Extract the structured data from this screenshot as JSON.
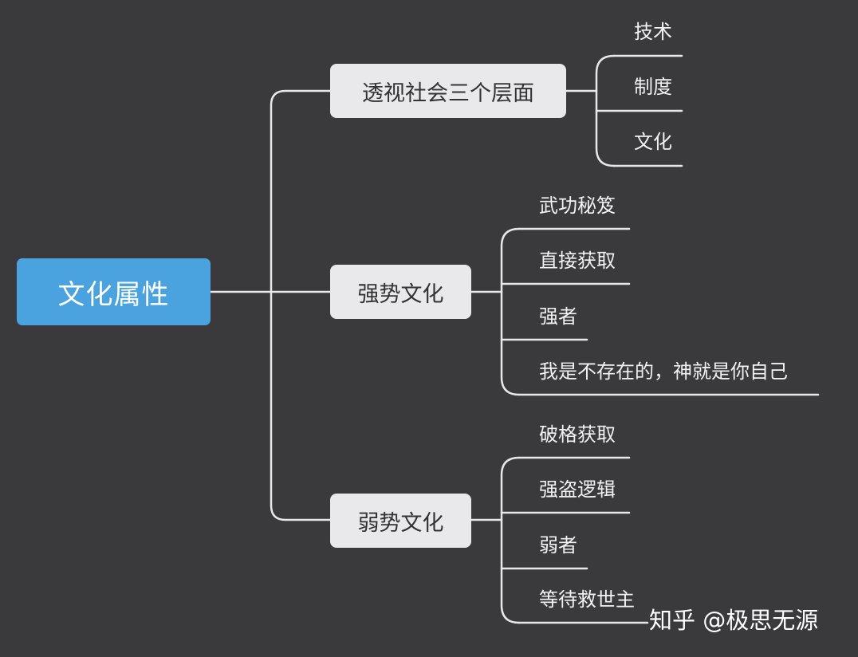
{
  "root": {
    "label": "文化属性"
  },
  "branches": [
    {
      "label": "透视社会三个层面",
      "leaves": [
        "技术",
        "制度",
        "文化"
      ]
    },
    {
      "label": "强势文化",
      "leaves": [
        "武功秘笈",
        "直接获取",
        "强者",
        "我是不存在的，神就是你自己"
      ]
    },
    {
      "label": "弱势文化",
      "leaves": [
        "破格获取",
        "强盗逻辑",
        "弱者",
        "等待救世主"
      ]
    }
  ],
  "watermark": "知乎 @极思无源",
  "colors": {
    "background": "#3a3a3d",
    "root_fill": "#4aa3de",
    "branch_fill": "#e9e9ec",
    "line": "#e8e8ea",
    "leaf_text": "#f2f2f2"
  }
}
